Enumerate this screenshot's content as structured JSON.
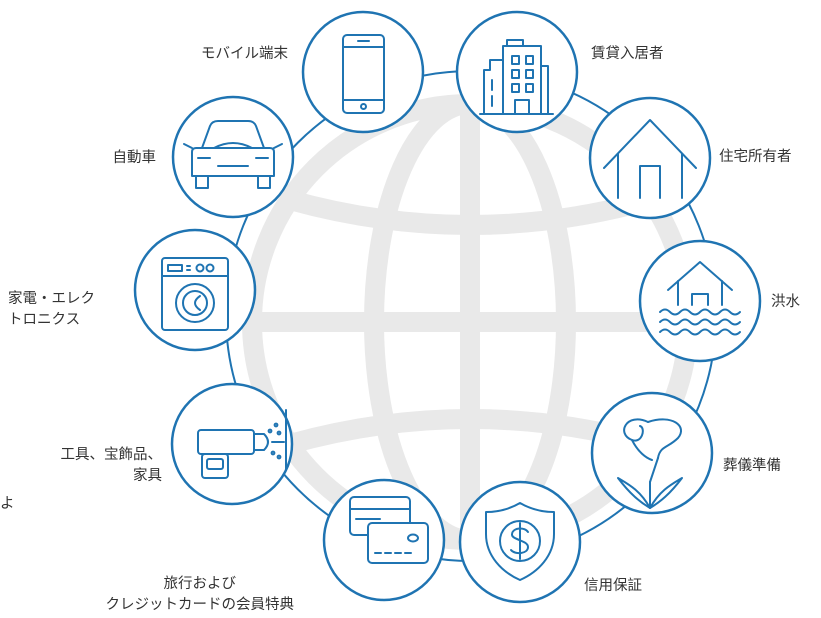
{
  "colors": {
    "accent": "#1f74b2",
    "globe": "#e9e9e9",
    "text": "#333333"
  },
  "items": [
    {
      "key": "mobile",
      "label": "モバイル端末",
      "icon": "smartphone-icon"
    },
    {
      "key": "tenant",
      "label": "賃貸入居者",
      "icon": "apartment-building-icon"
    },
    {
      "key": "homeowner",
      "label": "住宅所有者",
      "icon": "house-icon"
    },
    {
      "key": "flood",
      "label": "洪水",
      "icon": "flooded-house-icon"
    },
    {
      "key": "funeral",
      "label": "葬儀準備",
      "icon": "lily-flower-icon"
    },
    {
      "key": "credit",
      "label": "信用保証",
      "icon": "dollar-shield-icon"
    },
    {
      "key": "travel",
      "label_lines": [
        "旅行および",
        "クレジットカードの会員特典"
      ],
      "icon": "credit-cards-icon"
    },
    {
      "key": "tools",
      "label_lines": [
        "工具、宝飾品、",
        "家具"
      ],
      "icon": "power-drill-icon"
    },
    {
      "key": "appliances",
      "label_lines": [
        "家電・エレク",
        "トロニクス"
      ],
      "icon": "washing-machine-icon"
    },
    {
      "key": "auto",
      "label": "自動車",
      "icon": "car-icon"
    }
  ],
  "cut_off_text": "よ"
}
